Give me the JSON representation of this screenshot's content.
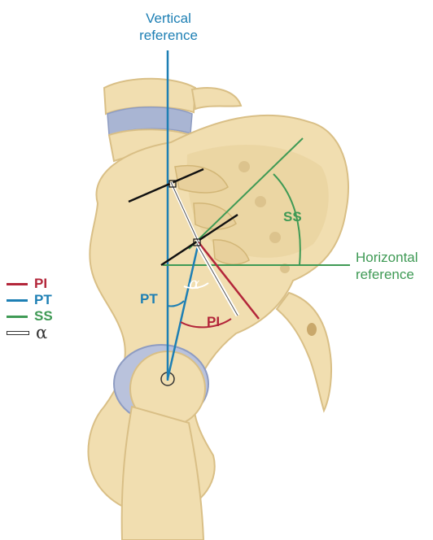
{
  "labels": {
    "vertical_reference": "Vertical reference",
    "horizontal_reference": "Horizontal reference",
    "ss_angle": "SS",
    "pt_angle": "PT",
    "alpha_angle": "α",
    "pi_angle": "PI"
  },
  "legend": [
    {
      "label": "PI",
      "color": "#b3263a"
    },
    {
      "label": "PT",
      "color": "#1d7fb4"
    },
    {
      "label": "SS",
      "color": "#3f9a55"
    },
    {
      "label": "α",
      "color": "#333333"
    }
  ],
  "colors": {
    "bone": "#f1deb0",
    "bone_shade": "#d9bf86",
    "disc": "#a9b5d3",
    "vertical_line": "#1d7fb4",
    "horizontal_line": "#3f9a55",
    "pi_line": "#b3263a",
    "endplate_line": "#111111"
  }
}
